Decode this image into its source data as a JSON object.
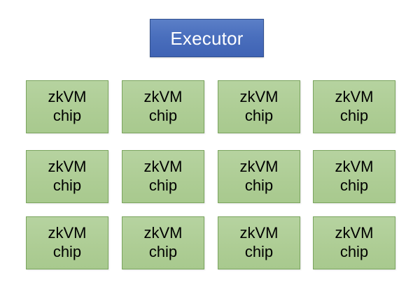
{
  "diagram": {
    "type": "block-hierarchy",
    "background_color": "#ffffff",
    "root": {
      "label": "Executor",
      "fill_color": "#4a6fbd",
      "border_color": "#31508f",
      "text_color": "#ffffff"
    },
    "children_style": {
      "fill_color": "#aecd95",
      "border_color": "#7aa45e",
      "text_color": "#000000"
    },
    "grid": {
      "columns": 4,
      "rows": 3,
      "count": 12
    },
    "children": [
      {
        "line1": "zkVM",
        "line2": "chip"
      },
      {
        "line1": "zkVM",
        "line2": "chip"
      },
      {
        "line1": "zkVM",
        "line2": "chip"
      },
      {
        "line1": "zkVM",
        "line2": "chip"
      },
      {
        "line1": "zkVM",
        "line2": "chip"
      },
      {
        "line1": "zkVM",
        "line2": "chip"
      },
      {
        "line1": "zkVM",
        "line2": "chip"
      },
      {
        "line1": "zkVM",
        "line2": "chip"
      },
      {
        "line1": "zkVM",
        "line2": "chip"
      },
      {
        "line1": "zkVM",
        "line2": "chip"
      },
      {
        "line1": "zkVM",
        "line2": "chip"
      },
      {
        "line1": "zkVM",
        "line2": "chip"
      }
    ]
  }
}
